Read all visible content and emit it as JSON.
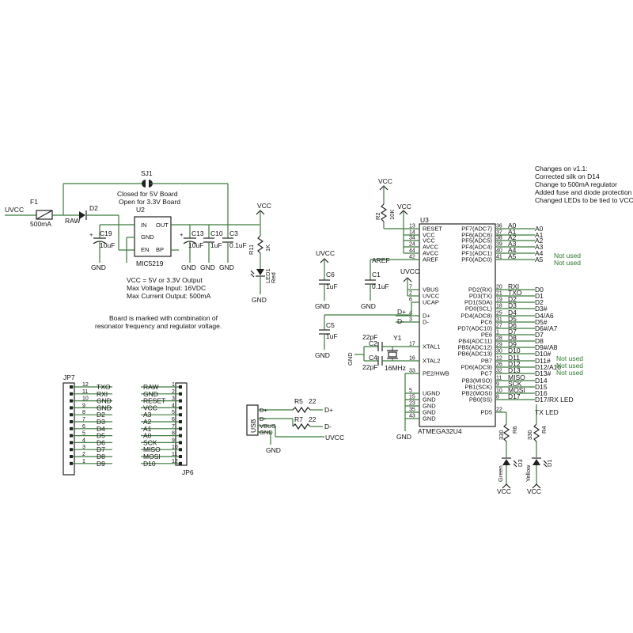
{
  "changes": {
    "title": "Changes on v1.1:",
    "lines": [
      "Corrected silk on D14",
      "Change to 500mA regulator",
      "Added fuse and diode protection",
      "Changed LEDs to be tied to VCC"
    ]
  },
  "power": {
    "uvcc": "UVCC",
    "f1": "F1",
    "f1_rating": "500mA",
    "raw": "RAW",
    "d2": "D2",
    "sj1": "SJ1",
    "sj1_note_1": "Closed for 5V Board",
    "sj1_note_2": "Open for 3.3V Board",
    "u2": "U2",
    "u2_pin_in": "IN",
    "u2_pin_out": "OUT",
    "u2_pin_gnd": "GND",
    "u2_pin_en": "EN",
    "u2_pin_bp": "BP",
    "u2_part": "MIC5219",
    "c19": "C19",
    "c19_val": "10uF",
    "c13": "C13",
    "c13_val": "10uF",
    "c10": "C10",
    "c10_val": "1uF",
    "c3": "C3",
    "c3_val": "0.1uF",
    "vcc": "VCC",
    "r11": "R11",
    "r11_val": "1K",
    "led1": "LED1",
    "led1_color": "Red",
    "gnd": "GND",
    "notes": [
      "VCC = 5V or 3.3V Output",
      "Max Voltage Input: 16VDC",
      "Max Current Output: 500mA"
    ],
    "board_note": [
      "Board is marked with combination of",
      "resonator frequency and regulator voltage."
    ]
  },
  "mcu": {
    "u3": "U3",
    "part": "ATMEGA32U4",
    "r2": "R2",
    "r2_val": "10K",
    "vcc_top": "VCC",
    "vcc_top2": "VCC",
    "uvcc_c6": "UVCC",
    "c6": "C6",
    "c6_val": "1uF",
    "c1": "C1",
    "c1_val": "0.1uF",
    "aref_net": "AREF",
    "uvcc_mid": "UVCC",
    "c5": "C5",
    "c5_val": "1uF",
    "c2": "C2",
    "c2_val": "22pF",
    "c4": "C4",
    "c4_val": "22pF",
    "y1": "Y1",
    "y1_val": "16MHz",
    "gnd_xtal": "GND",
    "dplus": "D+",
    "dminus": "D-",
    "left_pins": [
      {
        "num": "13",
        "name": "RESET"
      },
      {
        "num": "14",
        "name": "VCC"
      },
      {
        "num": "34",
        "name": "VCC"
      },
      {
        "num": "24",
        "name": "AVCC"
      },
      {
        "num": "44",
        "name": "AVCC"
      },
      {
        "num": "42",
        "name": "AREF"
      },
      {
        "num": "7",
        "name": "VBUS"
      },
      {
        "num": "2",
        "name": "UVCC"
      },
      {
        "num": "6",
        "name": "UCAP"
      },
      {
        "num": "4",
        "name": "D+"
      },
      {
        "num": "3",
        "name": "D-"
      },
      {
        "num": "17",
        "name": "XTAL1"
      },
      {
        "num": "16",
        "name": "XTAL2"
      },
      {
        "num": "33",
        "name": "PE2/HWB"
      },
      {
        "num": "5",
        "name": "UGND"
      },
      {
        "num": "15",
        "name": "GND"
      },
      {
        "num": "23",
        "name": "GND"
      },
      {
        "num": "35",
        "name": "GND"
      },
      {
        "num": "43",
        "name": "GND"
      }
    ],
    "right_pins": [
      {
        "name": "PF7(ADC7)",
        "num": "36",
        "net": "A0",
        "label": "A0"
      },
      {
        "name": "PF6(ADC6)",
        "num": "37",
        "net": "A1",
        "label": "A1"
      },
      {
        "name": "PF5(ADC5)",
        "num": "38",
        "net": "A2",
        "label": "A2"
      },
      {
        "name": "PF4(ADC4)",
        "num": "39",
        "net": "A3",
        "label": "A3"
      },
      {
        "name": "PF1(ADC1)",
        "num": "40",
        "net": "A4",
        "label": "A4"
      },
      {
        "name": "PF0(ADC0)",
        "num": "41",
        "net": "A5",
        "label": "A5"
      },
      {
        "name": "PD2(RX)",
        "num": "20",
        "net": "RXI",
        "label": "D0"
      },
      {
        "name": "PD3(TX)",
        "num": "21",
        "net": "TXO",
        "label": "D1"
      },
      {
        "name": "PD1(SDA)",
        "num": "19",
        "net": "D2",
        "label": "D2"
      },
      {
        "name": "PD0(SCL)",
        "num": "18",
        "net": "D3",
        "label": "D3#"
      },
      {
        "name": "PD4(ADC8)",
        "num": "25",
        "net": "D4",
        "label": "D4/A6"
      },
      {
        "name": "PC6",
        "num": "31",
        "net": "D5",
        "label": "D5#"
      },
      {
        "name": "PD7(ADC10)",
        "num": "27",
        "net": "D6",
        "label": "D6#/A7"
      },
      {
        "name": "PE6",
        "num": "1",
        "net": "D7",
        "label": "D7"
      },
      {
        "name": "PB4(ADC11)",
        "num": "28",
        "net": "D8",
        "label": "D8"
      },
      {
        "name": "PB5(ADC12)",
        "num": "29",
        "net": "D9",
        "label": "D9#/A8"
      },
      {
        "name": "PB6(ADC13)",
        "num": "30",
        "net": "D10",
        "label": "D10#"
      },
      {
        "name": "PB7",
        "num": "12",
        "net": "D11",
        "label": "D11#"
      },
      {
        "name": "PD6(ADC9)",
        "num": "26",
        "net": "D12",
        "label": "D12/A10"
      },
      {
        "name": "PC7",
        "num": "32",
        "net": "D13",
        "label": "D13#"
      },
      {
        "name": "PB3(MISO)",
        "num": "11",
        "net": "MISO",
        "label": "D14"
      },
      {
        "name": "PB1(SCK)",
        "num": "9",
        "net": "SCK",
        "label": "D15"
      },
      {
        "name": "PB2(MOSI)",
        "num": "10",
        "net": "MOSI",
        "label": "D16"
      },
      {
        "name": "PB0(SS)",
        "num": "8",
        "net": "D17",
        "label": "D17/RX LED"
      },
      {
        "name": "PD5",
        "num": "22",
        "net": "",
        "label": "TX LED"
      }
    ],
    "not_used_1": "Not used",
    "not_used_2": "Not used",
    "not_used_3": "Not used",
    "not_used_4": "Not used",
    "not_used_5": "Not used",
    "gnd_bottom": "GND",
    "r6": "R6",
    "r6_val": "330",
    "r4": "R4",
    "r4_val": "330",
    "d3": "D3",
    "d3_color": "Green",
    "d1": "D1",
    "d1_color": "Yellow",
    "vcc_d3": "VCC",
    "vcc_d1": "VCC"
  },
  "headers": {
    "jp7": "JP7",
    "jp6": "JP6",
    "jp7_pins": [
      {
        "num": "12",
        "net": "TXO"
      },
      {
        "num": "11",
        "net": "RXI"
      },
      {
        "num": "10",
        "net": "GND"
      },
      {
        "num": "9",
        "net": "GND"
      },
      {
        "num": "8",
        "net": "D2"
      },
      {
        "num": "7",
        "net": "D3"
      },
      {
        "num": "6",
        "net": "D4"
      },
      {
        "num": "5",
        "net": "D5"
      },
      {
        "num": "4",
        "net": "D6"
      },
      {
        "num": "3",
        "net": "D7"
      },
      {
        "num": "2",
        "net": "D8"
      },
      {
        "num": "1",
        "net": "D9"
      }
    ],
    "jp6_pins": [
      {
        "net": "RAW",
        "num": "1"
      },
      {
        "net": "GND",
        "num": "2"
      },
      {
        "net": "RESET",
        "num": "3"
      },
      {
        "net": "VCC",
        "num": "4"
      },
      {
        "net": "A3",
        "num": "5"
      },
      {
        "net": "A2",
        "num": "6"
      },
      {
        "net": "A1",
        "num": "7"
      },
      {
        "net": "A0",
        "num": "8"
      },
      {
        "net": "SCK",
        "num": "9"
      },
      {
        "net": "MISO",
        "num": "10"
      },
      {
        "net": "MOSI",
        "num": "11"
      },
      {
        "net": "D10",
        "num": "12"
      }
    ]
  },
  "usb": {
    "label": "USB",
    "pin_dplus": "D+",
    "pin_dminus": "D-",
    "pin_vbus": "VBUS",
    "pin_gnd": "GND",
    "r5": "R5",
    "r5_val": "22",
    "r7": "R7",
    "r7_val": "22",
    "out_dplus": "D+",
    "out_dminus": "D-",
    "uvcc": "UVCC",
    "gnd": "GND"
  }
}
